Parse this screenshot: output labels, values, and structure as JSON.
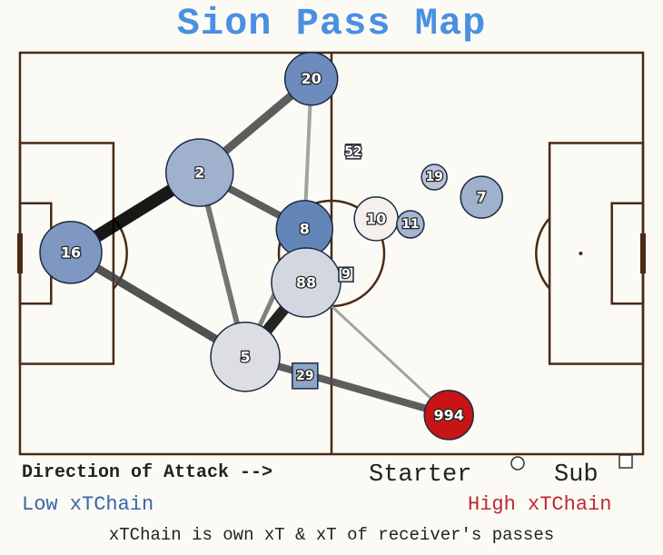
{
  "title": "Sion Pass Map",
  "legend": {
    "direction": "Direction of Attack -->",
    "starter": "Starter",
    "sub": "Sub",
    "low": "Low xTChain",
    "high": "High xTChain",
    "note": "xTChain is own xT & xT of receiver's passes"
  },
  "colors": {
    "title": "#4a90e2",
    "low": "#3a66a8",
    "high": "#c0282d",
    "line": "#4a2a14",
    "bg": "#fbfaf5"
  },
  "chart_data": {
    "type": "scatter",
    "title": "Sion Pass Map",
    "pitch": {
      "length": 120,
      "width": 80
    },
    "players": [
      {
        "label": "20",
        "x": 56.1,
        "y": 5.2,
        "size": 29,
        "xtchain": 0.15,
        "role": "starter"
      },
      {
        "label": "2",
        "x": 34.6,
        "y": 23.9,
        "size": 37,
        "xtchain": 0.3,
        "role": "starter"
      },
      {
        "label": "16",
        "x": 9.8,
        "y": 39.8,
        "size": 34,
        "xtchain": 0.2,
        "role": "starter"
      },
      {
        "label": "8",
        "x": 54.8,
        "y": 35.1,
        "size": 31,
        "xtchain": 0.12,
        "role": "starter"
      },
      {
        "label": "88",
        "x": 55.1,
        "y": 45.8,
        "size": 38,
        "xtchain": 0.45,
        "role": "starter"
      },
      {
        "label": "5",
        "x": 43.4,
        "y": 60.6,
        "size": 38,
        "xtchain": 0.48,
        "role": "starter"
      },
      {
        "label": "10",
        "x": 68.6,
        "y": 33.1,
        "size": 24,
        "xtchain": 0.55,
        "role": "starter"
      },
      {
        "label": "11",
        "x": 75.2,
        "y": 34.2,
        "size": 15,
        "xtchain": 0.32,
        "role": "starter"
      },
      {
        "label": "19",
        "x": 79.8,
        "y": 24.8,
        "size": 14,
        "xtchain": 0.38,
        "role": "starter"
      },
      {
        "label": "7",
        "x": 88.9,
        "y": 28.8,
        "size": 23,
        "xtchain": 0.3,
        "role": "starter"
      },
      {
        "label": "994",
        "x": 82.6,
        "y": 72.2,
        "size": 27,
        "xtchain": 1.0,
        "role": "starter"
      },
      {
        "label": "52",
        "x": 64.2,
        "y": 19.7,
        "size": 8,
        "xtchain": 0.55,
        "role": "sub"
      },
      {
        "label": "9",
        "x": 62.8,
        "y": 44.2,
        "size": 8,
        "xtchain": 0.5,
        "role": "sub"
      },
      {
        "label": "29",
        "x": 54.9,
        "y": 64.4,
        "size": 14,
        "xtchain": 0.25,
        "role": "sub"
      }
    ],
    "links": [
      {
        "from": "16",
        "to": "2",
        "weight": 14,
        "shade": 0.0
      },
      {
        "from": "2",
        "to": "20",
        "weight": 9,
        "shade": 0.3
      },
      {
        "from": "2",
        "to": "8",
        "weight": 8,
        "shade": 0.3
      },
      {
        "from": "2",
        "to": "5",
        "weight": 6,
        "shade": 0.4
      },
      {
        "from": "16",
        "to": "5",
        "weight": 9,
        "shade": 0.25
      },
      {
        "from": "5",
        "to": "88",
        "weight": 12,
        "shade": 0.05
      },
      {
        "from": "5",
        "to": "8",
        "weight": 5,
        "shade": 0.45
      },
      {
        "from": "20",
        "to": "8",
        "weight": 4,
        "shade": 0.6
      },
      {
        "from": "88",
        "to": "994",
        "weight": 3,
        "shade": 0.6
      },
      {
        "from": "5",
        "to": "994",
        "weight": 8,
        "shade": 0.3
      }
    ]
  }
}
